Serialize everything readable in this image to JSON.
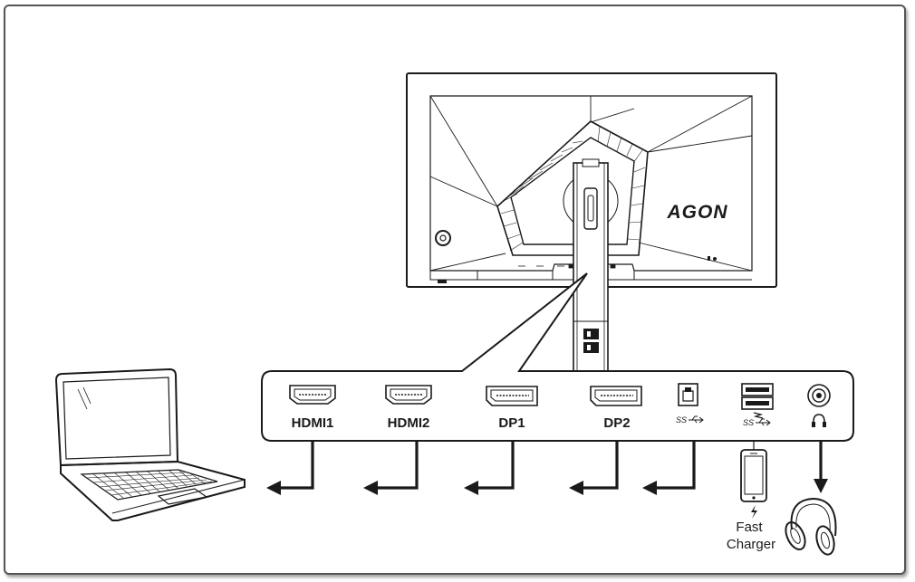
{
  "monitor": {
    "brand": "AGON"
  },
  "ports": [
    {
      "label": "HDMI1",
      "icon": "hdmi-port-icon"
    },
    {
      "label": "HDMI2",
      "icon": "hdmi-port-icon"
    },
    {
      "label": "DP1",
      "icon": "displayport-icon"
    },
    {
      "label": "DP2",
      "icon": "displayport-icon"
    },
    {
      "label": "SS",
      "icon": "usb-b-superspeed-icon"
    },
    {
      "label": "SS",
      "icon": "usb-a-superspeed-icon"
    },
    {
      "label": "",
      "icon": "headphone-jack-icon"
    }
  ],
  "devices": {
    "computer": {
      "icon": "laptop-icon"
    },
    "phone": {
      "icon": "smartphone-icon",
      "label_line1": "Fast",
      "label_line2": "Charger"
    },
    "headphones": {
      "icon": "headphones-icon"
    }
  },
  "colors": {
    "stroke": "#1a1a1a",
    "frame": "#555555"
  }
}
